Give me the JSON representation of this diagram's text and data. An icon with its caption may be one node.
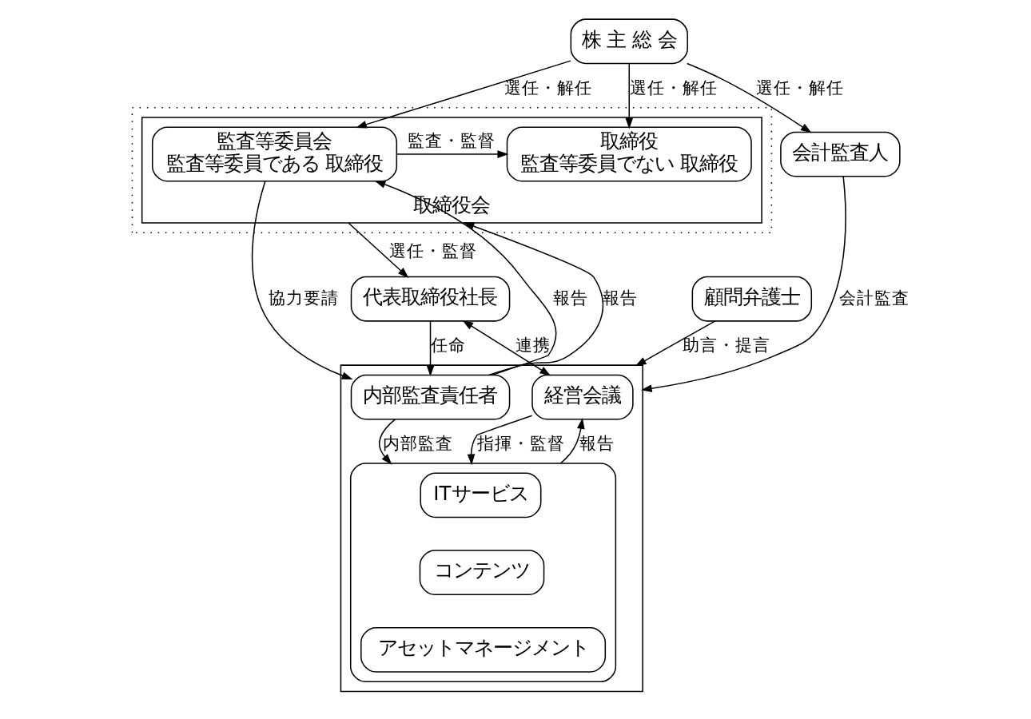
{
  "diagram": {
    "nodes": [
      {
        "text": [
          "株 主 総 会"
        ]
      },
      {
        "text": [],
        "shape": "box"
      },
      {
        "text": [
          "取締役会"
        ],
        "in": 1
      },
      {
        "text": [
          "監査等委員会",
          "監査等委員である 取締役"
        ],
        "in": 2
      },
      {
        "text": [
          "取締役",
          "監査等委員でない 取締役"
        ],
        "in": 2
      },
      {
        "text": [
          "会計監査人"
        ]
      },
      {
        "text": [
          "顧問弁護士"
        ]
      },
      {
        "text": [],
        "shape": "box"
      },
      {
        "text": [
          "代表取締役社長"
        ]
      },
      {
        "text": [
          "経営会議"
        ],
        "in": 7
      },
      {
        "text": [
          "内部監査責任者"
        ],
        "in": 7
      },
      {
        "text": [],
        "shape": "box",
        "in": 7
      },
      {
        "text": [
          "ITサービス"
        ],
        "in": 11
      },
      {
        "text": [
          "コンテンツ"
        ],
        "in": 11
      },
      {
        "text": [
          "アセットマネージメント"
        ],
        "in": 11
      }
    ],
    "edges": [
      {
        "from": 0,
        "to": 3,
        "arrow": "to",
        "label": "選任・解任"
      },
      {
        "from": 0,
        "to": 4,
        "arrow": "to",
        "label": "選任・解任"
      },
      {
        "from": 0,
        "to": 5,
        "arrow": "to",
        "label": "選任・解任"
      },
      {
        "from": 3,
        "to": 4,
        "arrow": "to",
        "label": "監査・監督"
      },
      {
        "from": 2,
        "to": 8,
        "arrow": "to",
        "label": "選任・監督"
      },
      {
        "from": 8,
        "to": 9,
        "arrow": "both",
        "label": "連携"
      },
      {
        "from": 11,
        "to": 9,
        "arrow": "to",
        "label": "報告"
      },
      {
        "from": 9,
        "to": 11,
        "arrow": "to",
        "label": "指揮・監督"
      },
      {
        "from": 10,
        "to": 3,
        "arrow": "to",
        "label": "報告"
      },
      {
        "from": 10,
        "to": 2,
        "arrow": "to",
        "label": "報告"
      },
      {
        "from": 3,
        "to": 10,
        "arrow": "to",
        "label": "協力要請"
      },
      {
        "from": 8,
        "to": 10,
        "arrow": "to",
        "label": "任命"
      },
      {
        "from": 10,
        "to": 11,
        "arrow": "to",
        "label": "内部監査"
      },
      {
        "from": 5,
        "to": 7,
        "arrow": "to",
        "label": "会計監査"
      },
      {
        "from": 6,
        "to": 7,
        "arrow": "to",
        "label": "助言・提言"
      }
    ]
  }
}
